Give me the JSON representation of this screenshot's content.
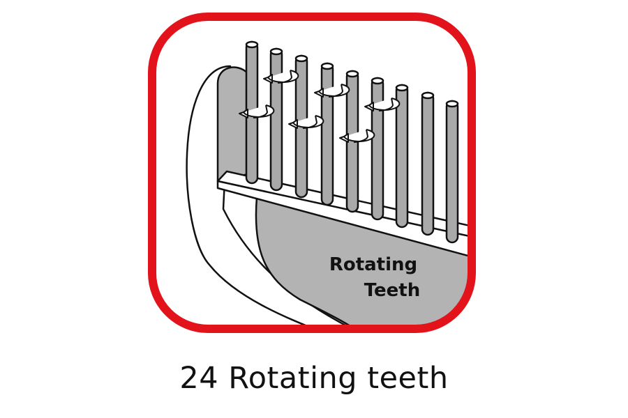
{
  "illustration": {
    "label_line1": "Rotating",
    "label_line2": "Teeth",
    "frame_color": "#e3131b",
    "teeth_color": "#a9a9a9"
  },
  "caption": "24 Rotating teeth"
}
